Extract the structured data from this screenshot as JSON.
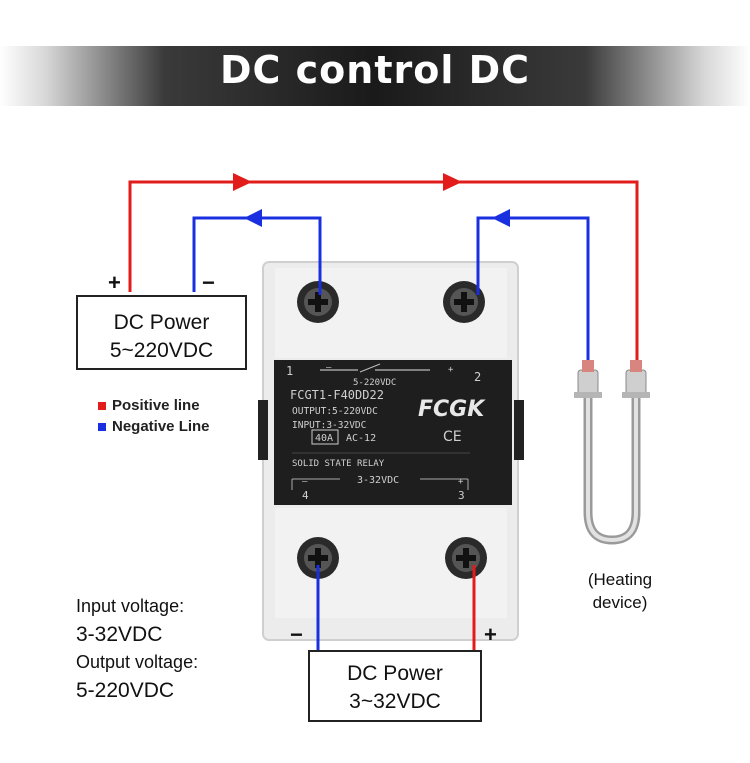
{
  "title": "DC control DC",
  "dc_power_top": {
    "line1": "DC Power",
    "line2": "5~220VDC",
    "plus": "+",
    "minus": "−"
  },
  "dc_power_bottom": {
    "line1": "DC Power",
    "line2": "3~32VDC",
    "plus": "+",
    "minus": "−"
  },
  "legend": [
    {
      "label": "Positive line",
      "color": "#e21b1b"
    },
    {
      "label": "Negative Line",
      "color": "#1a2fe0"
    }
  ],
  "input_voltage": {
    "label": "Input voltage:",
    "value": "3-32VDC"
  },
  "output_voltage": {
    "label": "Output voltage:",
    "value": "5-220VDC"
  },
  "heater": {
    "line1": "(Heating",
    "line2": "device)"
  },
  "relay": {
    "terminal_1": "1",
    "terminal_2": "2",
    "terminal_3": "3",
    "terminal_4": "4",
    "output_rating": "5-220VDC",
    "model": "FCGT1-F40DD22",
    "output": "OUTPUT:5-220VDC",
    "input": "INPUT:3-32VDC",
    "current": "40A",
    "ac_code": "AC-12",
    "brand": "FCGK",
    "ce": "CE",
    "type": "SOLID STATE RELAY",
    "input_rating": "3-32VDC",
    "plus": "+",
    "minus": "−",
    "minus_small": "–"
  },
  "colors": {
    "positive": "#e21b1b",
    "negative": "#1a2fe0"
  }
}
